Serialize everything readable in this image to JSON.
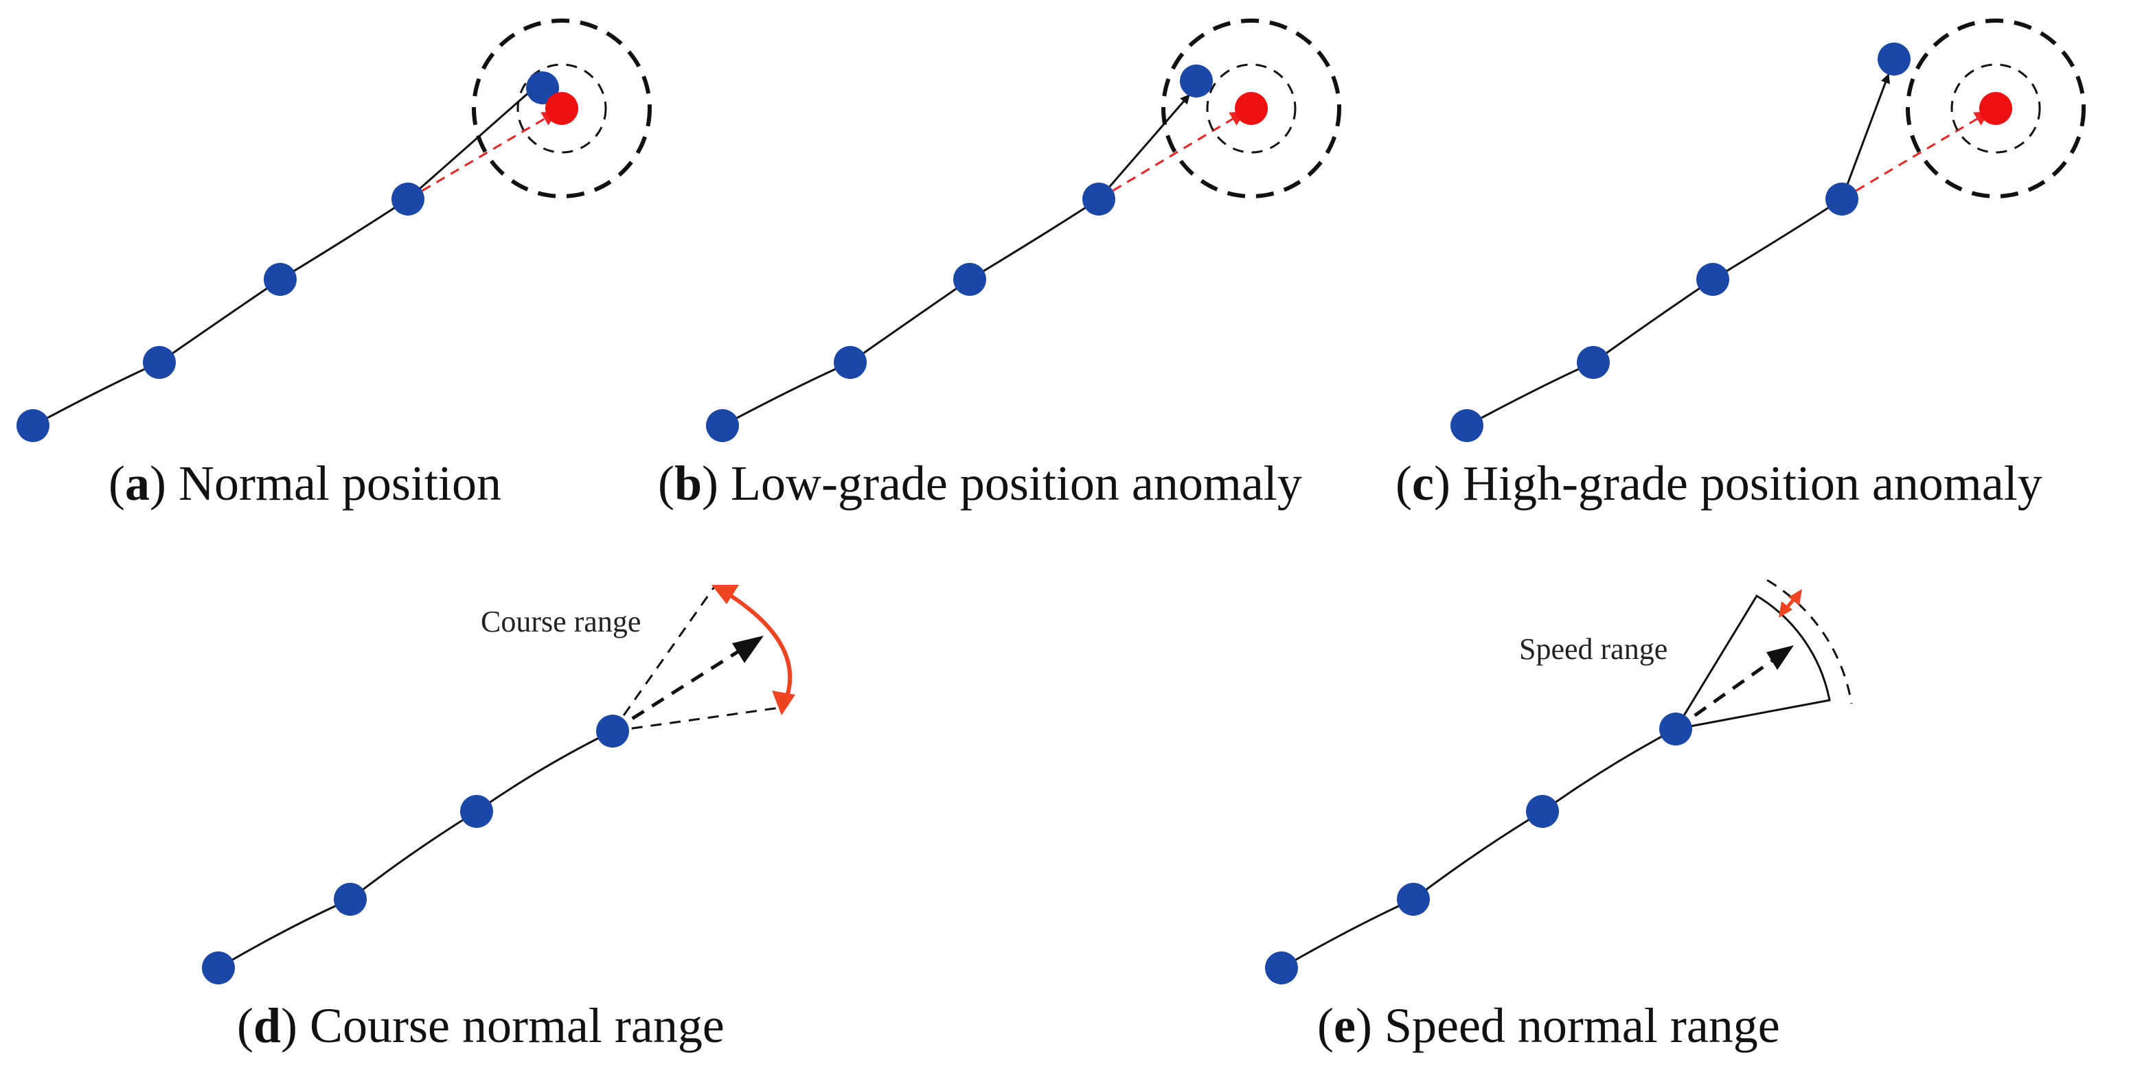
{
  "figure": {
    "panels": [
      {
        "id": "a",
        "letter": "a",
        "title": "Normal position"
      },
      {
        "id": "b",
        "letter": "b",
        "title": "Low-grade position anomaly"
      },
      {
        "id": "c",
        "letter": "c",
        "title": "High-grade position anomaly"
      },
      {
        "id": "d",
        "letter": "d",
        "title": "Course normal range",
        "annotation": "Course range"
      },
      {
        "id": "e",
        "letter": "e",
        "title": "Speed normal range",
        "annotation": "Speed range"
      }
    ]
  },
  "colors": {
    "track_point": "#1a47a8",
    "predicted_point": "#ee1111",
    "predicted_arrow": "#ee2222",
    "range_marker": "#ee4422",
    "line": "#111111"
  }
}
